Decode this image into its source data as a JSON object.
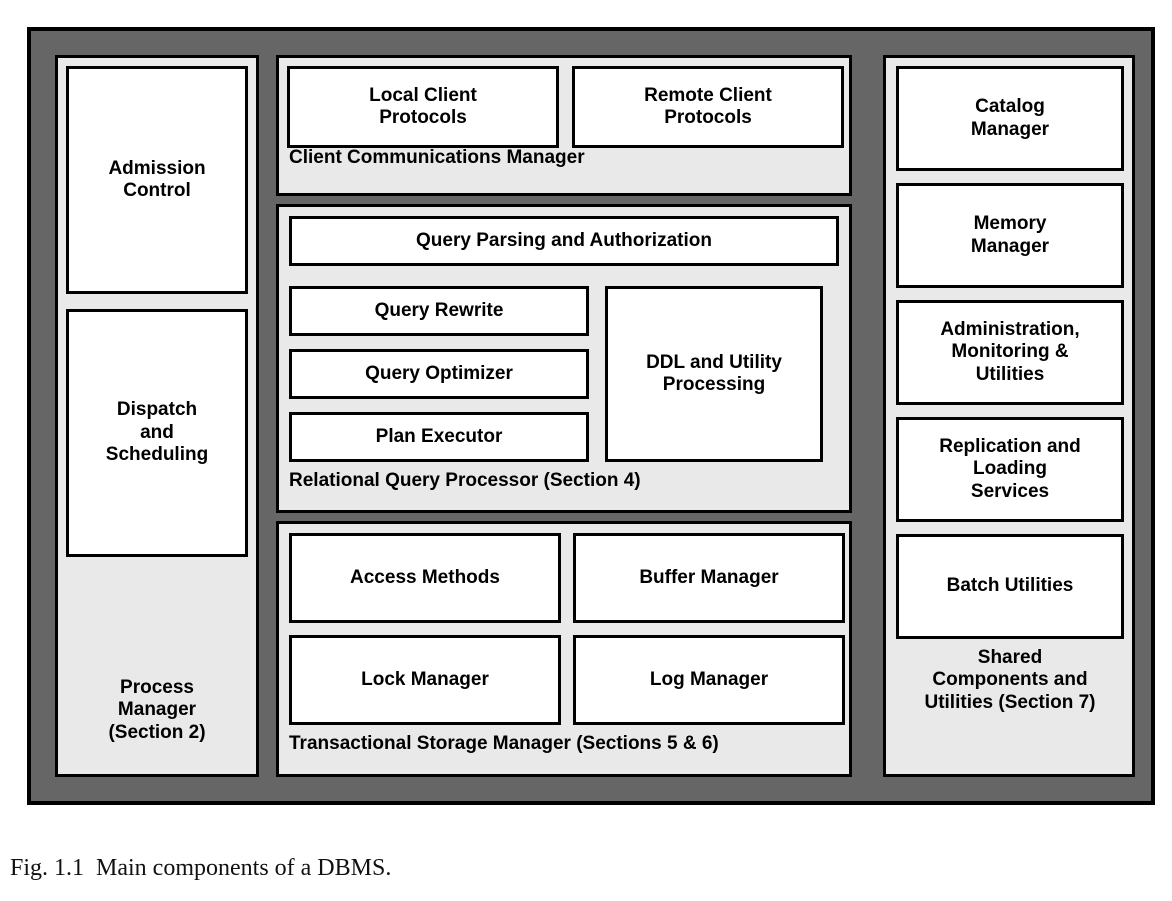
{
  "figure": {
    "caption": "Fig. 1.1  Main components of a DBMS.",
    "colors": {
      "frame_fill": "#666666",
      "panel_fill": "#e9e9e9",
      "box_fill": "#ffffff",
      "stroke": "#000000"
    }
  },
  "process_manager": {
    "label": "Process\nManager\n(Section 2)",
    "boxes": [
      {
        "label": "Admission\nControl"
      },
      {
        "label": "Dispatch\nand\nScheduling"
      }
    ]
  },
  "client_communications_manager": {
    "label": "Client Communications Manager",
    "boxes": [
      {
        "label": "Local Client\nProtocols"
      },
      {
        "label": "Remote Client\nProtocols"
      }
    ]
  },
  "relational_query_processor": {
    "label": "Relational Query Processor (Section 4)",
    "boxes": [
      {
        "label": "Query Parsing and Authorization"
      },
      {
        "label": "Query Rewrite"
      },
      {
        "label": "Query Optimizer"
      },
      {
        "label": "Plan Executor"
      },
      {
        "label": "DDL and Utility\nProcessing"
      }
    ]
  },
  "transactional_storage_manager": {
    "label": "Transactional Storage Manager (Sections 5 & 6)",
    "boxes": [
      {
        "label": "Access Methods"
      },
      {
        "label": "Buffer Manager"
      },
      {
        "label": "Lock Manager"
      },
      {
        "label": "Log Manager"
      }
    ]
  },
  "shared_components_and_utilities": {
    "label": "Shared\nComponents and\nUtilities (Section 7)",
    "boxes": [
      {
        "label": "Catalog\nManager"
      },
      {
        "label": "Memory\nManager"
      },
      {
        "label": "Administration,\nMonitoring &\nUtilities"
      },
      {
        "label": "Replication and\nLoading\nServices"
      },
      {
        "label": "Batch Utilities"
      }
    ]
  }
}
